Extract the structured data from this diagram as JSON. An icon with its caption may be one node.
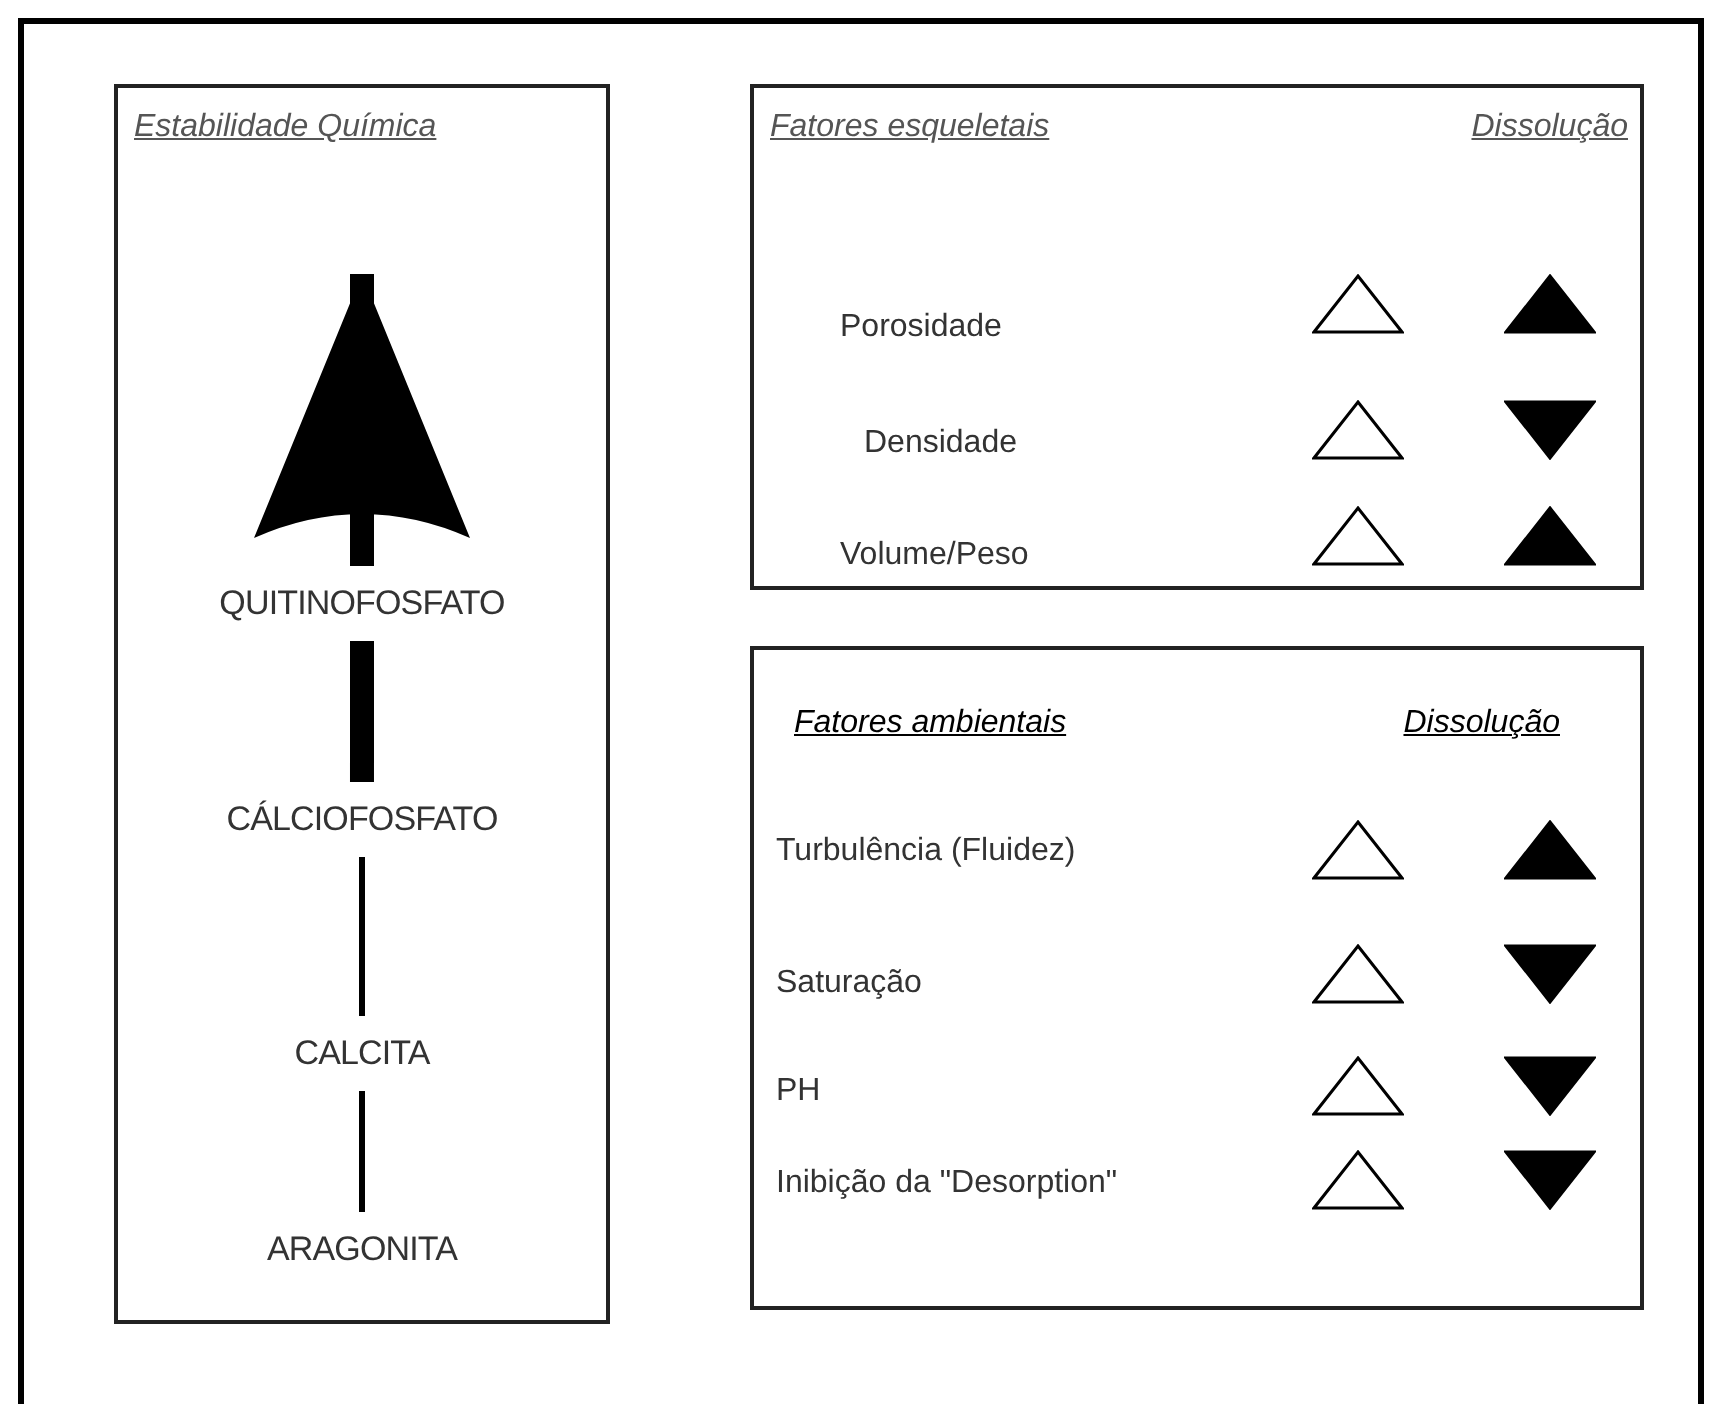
{
  "diagram": {
    "nodes": [
      {
        "text": [
          "Estabilidade Química"
        ]
      },
      {
        "text": [
          "QUITINOFOSFATO"
        ],
        "in": 0
      },
      {
        "text": [
          "CÁLCIOFOSFATO"
        ],
        "in": 0
      },
      {
        "text": [
          "CALCITA"
        ],
        "in": 0
      },
      {
        "text": [
          "ARAGONITA"
        ],
        "in": 0
      },
      {
        "text": [
          "Fatores esqueletais",
          "Dissolução"
        ]
      },
      {
        "text": [
          "Fatores ambientais",
          "Dissolução"
        ]
      }
    ],
    "edges": [
      {
        "from": 4,
        "to": 3,
        "arrow": "none"
      },
      {
        "from": 3,
        "to": 2,
        "arrow": "none"
      },
      {
        "from": 2,
        "to": 1,
        "arrow": "none",
        "style": "thick"
      },
      {
        "from": 1,
        "to": null,
        "arrow": "to",
        "style": "thick"
      }
    ],
    "labels": [
      "Porosidade",
      "Densidade",
      "Volume/Peso",
      "Turbulência (Fluidez)",
      "Saturação",
      "PH",
      "Inibição da \"Desorption\""
    ]
  }
}
